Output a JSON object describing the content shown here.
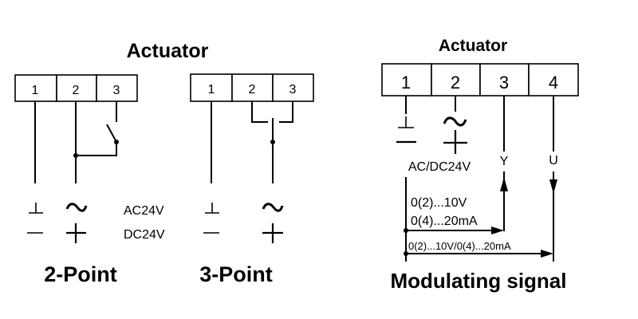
{
  "diagram": {
    "two_point": {
      "heading": "Actuator",
      "terminals": [
        "1",
        "2",
        "3"
      ],
      "caption": "2-Point",
      "supply_ac_label": "AC24V",
      "supply_dc_label": "DC24V",
      "symbols": {
        "terminal_1_ac": "ground",
        "terminal_1_dc": "minus",
        "terminal_2_ac": "tilde",
        "terminal_2_dc": "plus"
      },
      "switch": "normally-open switch between terminal 2 and 3"
    },
    "three_point": {
      "terminals": [
        "1",
        "2",
        "3"
      ],
      "caption": "3-Point",
      "symbols": {
        "terminal_1_ac": "ground",
        "terminal_1_dc": "minus",
        "terminal_23_ac": "tilde",
        "terminal_23_dc": "plus"
      }
    },
    "modulating": {
      "heading": "Actuator",
      "terminals": [
        "1",
        "2",
        "3",
        "4"
      ],
      "supply_label": "AC/DC24V",
      "y_label": "Y",
      "u_label": "U",
      "y_signal_line1": "0(2)...10V",
      "y_signal_line2": "0(4)...20mA",
      "u_signal": "0(2)...10V/0(4)...20mA",
      "caption": "Modulating signal"
    }
  }
}
